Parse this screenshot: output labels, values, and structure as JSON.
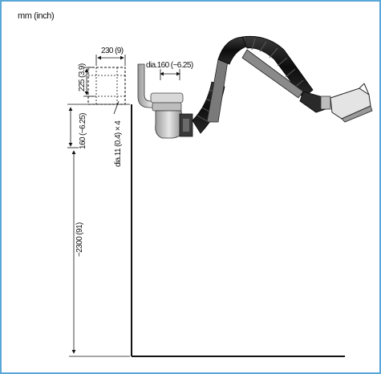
{
  "header": {
    "units": "mm (inch)"
  },
  "dimensions": {
    "width_bracket": "230 (9)",
    "height_bracket": "225 (3.9)",
    "duct_diameter": "dia.160 (~6.25)",
    "offset": "160 (~6.25)",
    "bolt_holes": "dia.11 (0.4) × 4",
    "mount_height": "~2300 (91)"
  },
  "colors": {
    "frame": "#5aa6d6",
    "line": "#111111",
    "arm_dark": "#1a1a1a",
    "arm_mid": "#555555"
  }
}
